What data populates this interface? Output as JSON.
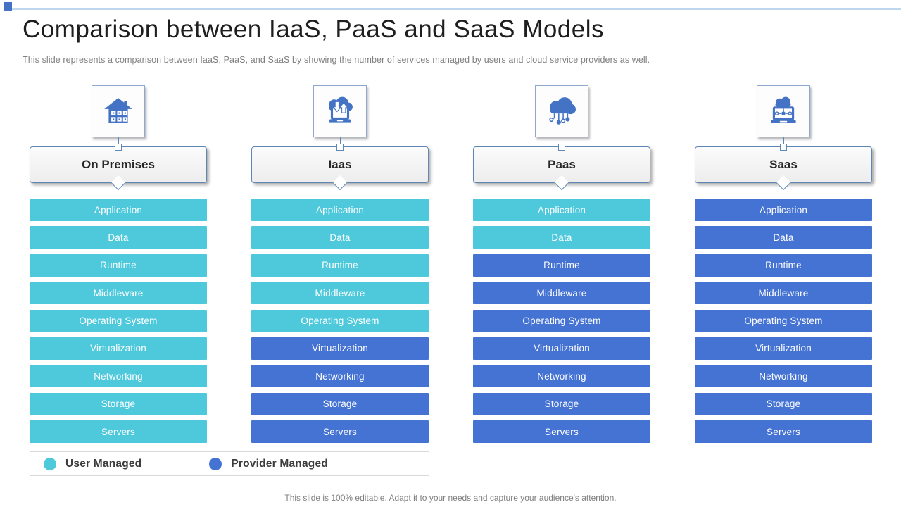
{
  "slide": {
    "title": "Comparison between IaaS, PaaS and SaaS Models",
    "subtitle": "This slide represents a comparison between IaaS, PaaS, and SaaS by showing the number of services managed by users and cloud service providers as well.",
    "footer": "This slide is 100% editable. Adapt it to your needs and capture your audience's attention."
  },
  "colors": {
    "user_managed": "#4EC9DC",
    "provider_managed": "#4573D3",
    "icon_blue": "#4472C4",
    "top_line": "#BDD7EE",
    "top_square": "#4472C4",
    "box_border": "#5E87B5"
  },
  "legend": {
    "items": [
      {
        "label": "User Managed",
        "type": "user"
      },
      {
        "label": "Provider Managed",
        "type": "provider"
      }
    ]
  },
  "columns": [
    {
      "id": "on-premises",
      "header": "On Premises",
      "icon": "building-icon",
      "rows": [
        {
          "label": "Application",
          "managed": "user"
        },
        {
          "label": "Data",
          "managed": "user"
        },
        {
          "label": "Runtime",
          "managed": "user"
        },
        {
          "label": "Middleware",
          "managed": "user"
        },
        {
          "label": "Operating System",
          "managed": "user"
        },
        {
          "label": "Virtualization",
          "managed": "user"
        },
        {
          "label": "Networking",
          "managed": "user"
        },
        {
          "label": "Storage",
          "managed": "user"
        },
        {
          "label": "Servers",
          "managed": "user"
        }
      ]
    },
    {
      "id": "iaas",
      "header": "Iaas",
      "icon": "cloud-transfer-laptop-icon",
      "rows": [
        {
          "label": "Application",
          "managed": "user"
        },
        {
          "label": "Data",
          "managed": "user"
        },
        {
          "label": "Runtime",
          "managed": "user"
        },
        {
          "label": "Middleware",
          "managed": "user"
        },
        {
          "label": "Operating System",
          "managed": "user"
        },
        {
          "label": "Virtualization",
          "managed": "provider"
        },
        {
          "label": "Networking",
          "managed": "provider"
        },
        {
          "label": "Storage",
          "managed": "provider"
        },
        {
          "label": "Servers",
          "managed": "provider"
        }
      ]
    },
    {
      "id": "paas",
      "header": "Paas",
      "icon": "cloud-network-icon",
      "rows": [
        {
          "label": "Application",
          "managed": "user"
        },
        {
          "label": "Data",
          "managed": "user"
        },
        {
          "label": "Runtime",
          "managed": "provider"
        },
        {
          "label": "Middleware",
          "managed": "provider"
        },
        {
          "label": "Operating System",
          "managed": "provider"
        },
        {
          "label": "Virtualization",
          "managed": "provider"
        },
        {
          "label": "Networking",
          "managed": "provider"
        },
        {
          "label": "Storage",
          "managed": "provider"
        },
        {
          "label": "Servers",
          "managed": "provider"
        }
      ]
    },
    {
      "id": "saas",
      "header": "Saas",
      "icon": "laptop-cloud-icon",
      "rows": [
        {
          "label": "Application",
          "managed": "provider"
        },
        {
          "label": "Data",
          "managed": "provider"
        },
        {
          "label": "Runtime",
          "managed": "provider"
        },
        {
          "label": "Middleware",
          "managed": "provider"
        },
        {
          "label": "Operating System",
          "managed": "provider"
        },
        {
          "label": "Virtualization",
          "managed": "provider"
        },
        {
          "label": "Networking",
          "managed": "provider"
        },
        {
          "label": "Storage",
          "managed": "provider"
        },
        {
          "label": "Servers",
          "managed": "provider"
        }
      ]
    }
  ]
}
